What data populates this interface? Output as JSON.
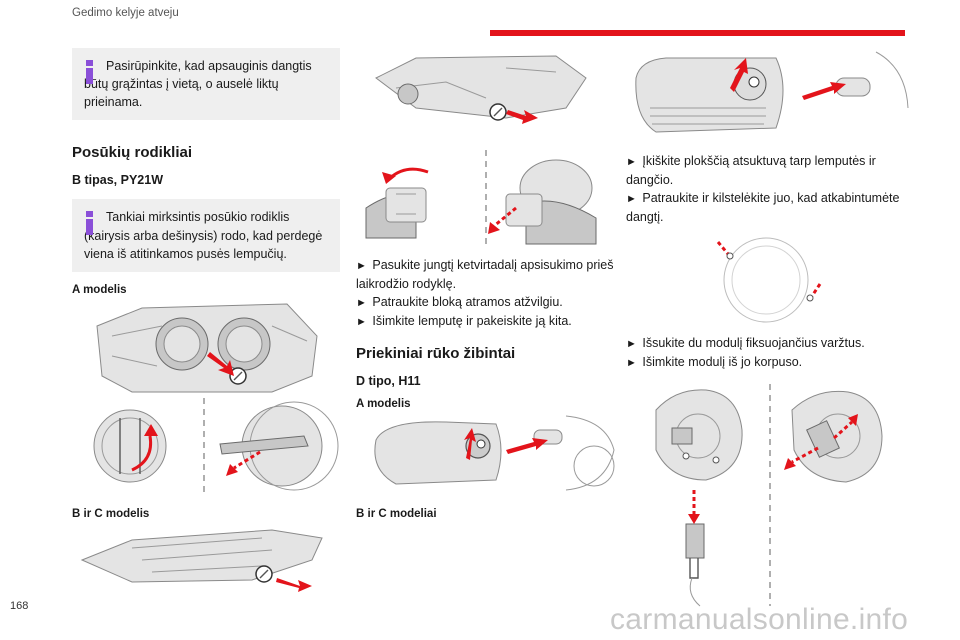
{
  "header": {
    "section_title": "Gedimo kelyje atveju"
  },
  "page": {
    "number": "168",
    "watermark": "carmanualsonline.info",
    "accent_color": "#e3141b",
    "info_color": "#8a4fd8"
  },
  "col1": {
    "note1": "Pasirūpinkite, kad apsauginis dangtis būtų grąžintas į vietą, o auselė liktų prieinama.",
    "heading": "Posūkių rodikliai",
    "subheading": "B tipas, PY21W",
    "note2": "Tankiai mirksintis posūkio rodiklis (kairysis arba dešinysis) rodo, kad perdegė viena iš atitinkamos pusės lempučių.",
    "model_a": "A modelis",
    "model_bc": "B ir C modelis"
  },
  "col2": {
    "bullets": [
      "Pasukite jungtį ketvirtadalį apsisukimo prieš laikrodžio rodyklę.",
      "Patraukite bloką atramos atžvilgiu.",
      "Išimkite lemputę ir pakeiskite ją kita."
    ],
    "heading": "Priekiniai rūko žibintai",
    "subheading": "D tipo, H11",
    "model_a": "A modelis",
    "model_bc": "B ir C modeliai"
  },
  "col3": {
    "bullets1": [
      "Įkiškite plokščią atsuktuvą tarp lemputės ir dangčio.",
      "Patraukite ir kilstelėkite juo, kad atkabintumėte dangtį."
    ],
    "bullets2": [
      "Išsukite du modulį fiksuojančius varžtus.",
      "Išimkite modulį iš jo korpuso."
    ]
  },
  "bullet_marker": "►"
}
